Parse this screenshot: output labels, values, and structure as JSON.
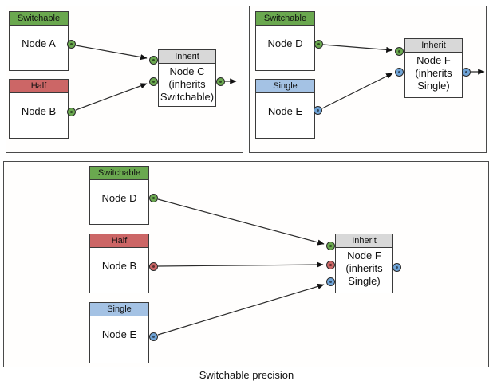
{
  "caption": "Switchable precision",
  "colors": {
    "switchable_green": "#6aa84f",
    "half_red": "#cc6666",
    "single_blue_header": "#a4c2e4",
    "single_blue_port": "#6fa3d6",
    "inherit_gray": "#d8d8d8",
    "border_dark": "#3a3a3a",
    "wire": "#2b2b2b"
  },
  "panels": [
    {
      "id": "top-left",
      "nodes": [
        {
          "id": "node-a",
          "header": "Switchable",
          "lines": [
            "Node A"
          ]
        },
        {
          "id": "node-b",
          "header": "Half",
          "lines": [
            "Node B"
          ]
        },
        {
          "id": "node-c",
          "header": "Inherit",
          "lines": [
            "Node C",
            "(inherits",
            "Switchable)"
          ]
        }
      ]
    },
    {
      "id": "top-right",
      "nodes": [
        {
          "id": "node-d",
          "header": "Switchable",
          "lines": [
            "Node D"
          ]
        },
        {
          "id": "node-e",
          "header": "Single",
          "lines": [
            "Node E"
          ]
        },
        {
          "id": "node-f",
          "header": "Inherit",
          "lines": [
            "Node F",
            "(inherits",
            "Single)"
          ]
        }
      ]
    },
    {
      "id": "bottom",
      "nodes": [
        {
          "id": "node-d",
          "header": "Switchable",
          "lines": [
            "Node D"
          ]
        },
        {
          "id": "node-b",
          "header": "Half",
          "lines": [
            "Node B"
          ]
        },
        {
          "id": "node-e",
          "header": "Single",
          "lines": [
            "Node E"
          ]
        },
        {
          "id": "node-f",
          "header": "Inherit",
          "lines": [
            "Node F",
            "(inherits",
            "Single)"
          ]
        }
      ]
    }
  ]
}
